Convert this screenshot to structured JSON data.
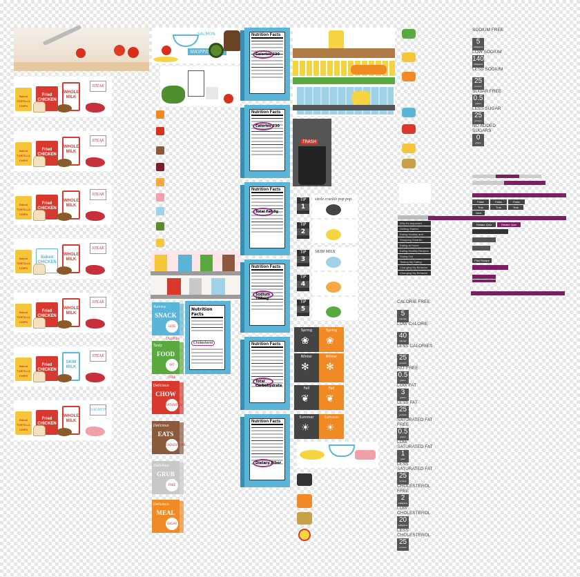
{
  "food_rows": [
    {
      "items": [
        "Baked TORTILLA CHIPS",
        "Fried CHICKEN",
        "WHOLE MILK",
        "STEAK"
      ]
    },
    {
      "items": [
        "Baked TORTILLA CHIPS",
        "Fried CHICKEN",
        "WHOLE MILK",
        "STEAK"
      ]
    },
    {
      "items": [
        "Baked TORTILLA CHIPS",
        "Fried CHICKEN",
        "WHOLE MILK",
        "STEAK"
      ]
    },
    {
      "items": [
        "Baked TORTILLA CHIPS",
        "Baked CHICKEN",
        "WHOLE MILK",
        "STEAK"
      ]
    },
    {
      "items": [
        "Baked TORTILLA CHIPS",
        "Fried CHICKEN",
        "WHOLE MILK",
        "STEAK"
      ]
    },
    {
      "items": [
        "Baked TORTILLA CHIPS",
        "Fried CHICKEN",
        "SKIM MILK",
        "STEAK"
      ]
    },
    {
      "items": [
        "Baked TORTILLA CHIPS",
        "Fried CHICKEN",
        "WHOLE MILK",
        "SALMON"
      ]
    }
  ],
  "shopping_list": "SHOPPING LIST",
  "salmon": "SALMON",
  "nutrition": {
    "title": "Nutrition Facts",
    "calories_label": "Calories",
    "calories_value": "230",
    "highlights": [
      "Calories 230",
      "Calories 230",
      "Total Fat 8g",
      "Sodium 160mg",
      "Total Carbohydrate",
      "Dietary Fiber"
    ]
  },
  "small_nutrition_title": "Nutrition Facts",
  "small_nutrition_highlight": "Cholesterol",
  "shelf_labels": [
    "CHOW",
    "EATS",
    "SNACK",
    "FOOD",
    "MEAL",
    "GRUB"
  ],
  "flavor_boxes": [
    {
      "brand": "Yummy",
      "name": "SNACK",
      "seal": "LESS CALORIES",
      "color": "#5bb5d8"
    },
    {
      "brand": "Tasty",
      "name": "FOOD",
      "seal": "FAT FREE",
      "color": "#5aa93f"
    },
    {
      "brand": "Delicious",
      "name": "CHOW",
      "seal": "SATURATED",
      "color": "#d8392e"
    },
    {
      "brand": "Delicious",
      "name": "EATS",
      "seal": "CHOLESTEROL",
      "color": "#8b5a3c"
    },
    {
      "brand": "Delicious",
      "name": "GRUB",
      "seal": "FREE",
      "color": "#c8c8c8"
    },
    {
      "brand": "Delicious",
      "name": "MEAL",
      "seal": "SUGAR",
      "color": "#f08a24"
    }
  ],
  "tips": [
    {
      "label": "TIP",
      "num": "1",
      "text": "sizzle crackle pop pop"
    },
    {
      "label": "TIP",
      "num": "2",
      "text": ""
    },
    {
      "label": "TIP",
      "num": "3",
      "text": "SKIM MILK"
    },
    {
      "label": "TIP",
      "num": "4",
      "text": ""
    },
    {
      "label": "TIP",
      "num": "5",
      "text": ""
    }
  ],
  "seasons": [
    {
      "name": "Spring",
      "icon": "tulip-icon"
    },
    {
      "name": "Winter",
      "icon": "snowflake-icon"
    },
    {
      "name": "Fall",
      "icon": "leaf-icon"
    },
    {
      "name": "Summer",
      "icon": "sun-icon"
    }
  ],
  "trash_label": "TRASH",
  "right_stats": [
    {
      "label": "SODIUM FREE",
      "value": "5",
      "unit": "milligrams"
    },
    {
      "label": "LOW SODIUM",
      "value": "140",
      "unit": "milligrams"
    },
    {
      "label": "LESS SODIUM",
      "value": "25",
      "unit": "percent"
    },
    {
      "label": "SUGAR FREE",
      "value": "0.5",
      "unit": "grams"
    },
    {
      "label": "LESS SUGAR",
      "value": "25",
      "unit": "percent"
    },
    {
      "label": "NO ADDED SUGARS",
      "value": "0",
      "unit": "grams"
    }
  ],
  "mid_stats": [
    {
      "label": "CALORIE FREE",
      "value": "5",
      "unit": "calories"
    },
    {
      "label": "LOW CALORIE",
      "value": "40",
      "unit": "calories"
    },
    {
      "label": "LESS CALORIES",
      "value": "25",
      "unit": "percent"
    },
    {
      "label": "FAT FREE",
      "value": "0.5",
      "unit": "grams"
    },
    {
      "label": "LOW FAT",
      "value": "3",
      "unit": "grams"
    },
    {
      "label": "LESS FAT",
      "value": "25",
      "unit": "percent"
    },
    {
      "label": "SATURATED FAT FREE",
      "value": "0.5",
      "unit": "grams"
    },
    {
      "label": "LOW SATURATED FAT",
      "value": "1",
      "unit": "gram"
    },
    {
      "label": "LESS SATURATED FAT",
      "value": "25",
      "unit": "percent"
    },
    {
      "label": "CHOLESTEROL FREE",
      "value": "2",
      "unit": "milligrams"
    },
    {
      "label": "LOW CHOLESTEROL",
      "value": "20",
      "unit": "milligrams"
    },
    {
      "label": "LESS CHOLESTEROL",
      "value": "25",
      "unit": "percent"
    }
  ],
  "menu_items": [
    "Why it's Important",
    "Getting Started",
    "Eating Healthy and Diabetes",
    "Shopping Smarter",
    "Eating at Home",
    "Eating Healthy Recipes",
    "Dining Out",
    "Tasting My Eating Smarts",
    "Changing My Behavior",
    "Changing My Behavior"
  ],
  "quiz": {
    "false_label": "False",
    "true_label": "True",
    "next": "Next",
    "retake": "Retake Quiz",
    "print": "Print Recipe"
  }
}
